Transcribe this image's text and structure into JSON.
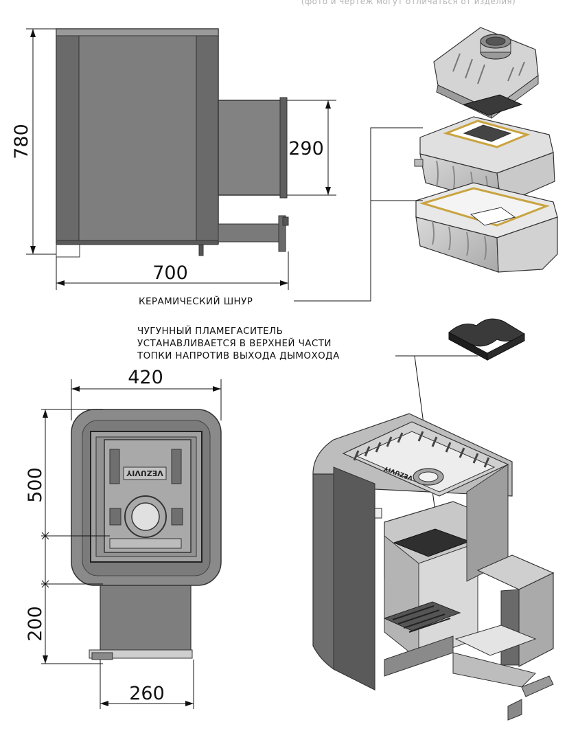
{
  "top_caption": "(фото и чертеж могут отличаться от изделия)",
  "dimensions": {
    "height_total": "780",
    "tank_height": "290",
    "depth_total": "700",
    "width": "420",
    "body_height": "500",
    "tunnel_height": "200",
    "tunnel_width": "260"
  },
  "annotations": {
    "ceramic_cord": "КЕРАМИЧЕСКИЙ ШНУР",
    "flame_line1": "ЧУГУННЫЙ ПЛАМЕГАСИТЕЛЬ",
    "flame_line2": "УСТАНАВЛИВАЕТСЯ В ВЕРХНЕЙ ЧАСТИ",
    "flame_line3": "ТОПКИ НАПРОТИВ ВЫХОДА ДЫМОХОДА"
  },
  "brand_mark": "VEZUVIY"
}
